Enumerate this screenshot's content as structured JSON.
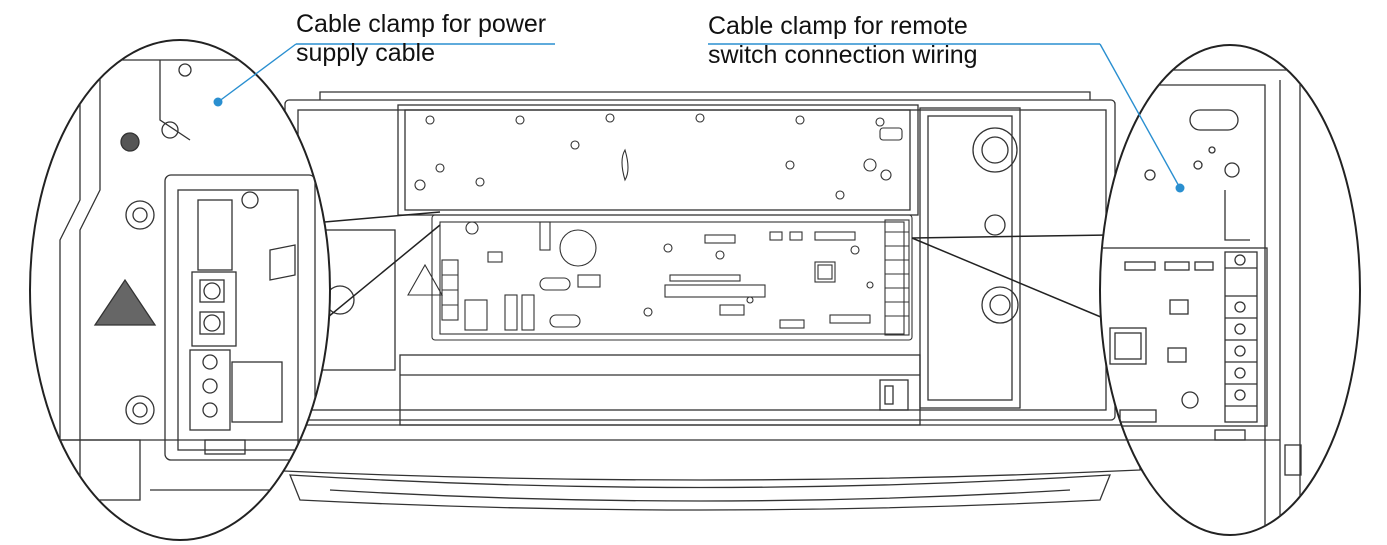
{
  "callouts": {
    "left": {
      "line1": "Cable clamp for power",
      "line2": "supply cable"
    },
    "right": {
      "line1": "Cable clamp for remote",
      "line2": "switch connection wiring"
    }
  },
  "colors": {
    "leader": "#2a8fd0",
    "stroke": "#333333",
    "background": "#ffffff"
  }
}
